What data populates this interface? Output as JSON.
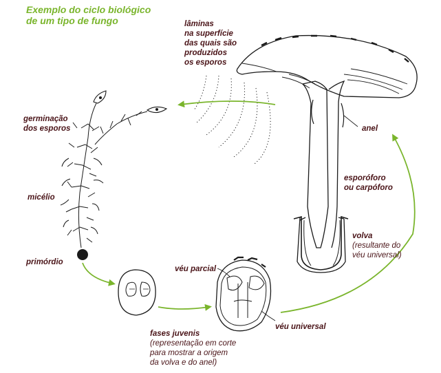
{
  "title": {
    "line1": "Exemplo do ciclo biológico",
    "line2": "de um tipo de fungo"
  },
  "colors": {
    "title": "#7ab52c",
    "arrow": "#7ab52c",
    "label": "#4a1418",
    "ink": "#1a1a1a"
  },
  "labels": {
    "laminas": [
      "lâminas",
      "na superfície",
      "das quais são",
      "produzidos",
      "os esporos"
    ],
    "germinacao": [
      "germinação",
      "dos esporos"
    ],
    "micelio": "micélio",
    "primordio": "primórdio",
    "anel": "anel",
    "esporoforo": [
      "esporóforo",
      "ou carpóforo"
    ],
    "volva": "volva",
    "volva_note": [
      "(resultante do",
      "véu universal)"
    ],
    "veu_parcial": "véu parcial",
    "veu_universal": "véu universal",
    "fases_juvenis": "fases juvenis",
    "fases_note": [
      "(representação em corte",
      "para mostrar a origem",
      "da volva e do anel)"
    ]
  }
}
